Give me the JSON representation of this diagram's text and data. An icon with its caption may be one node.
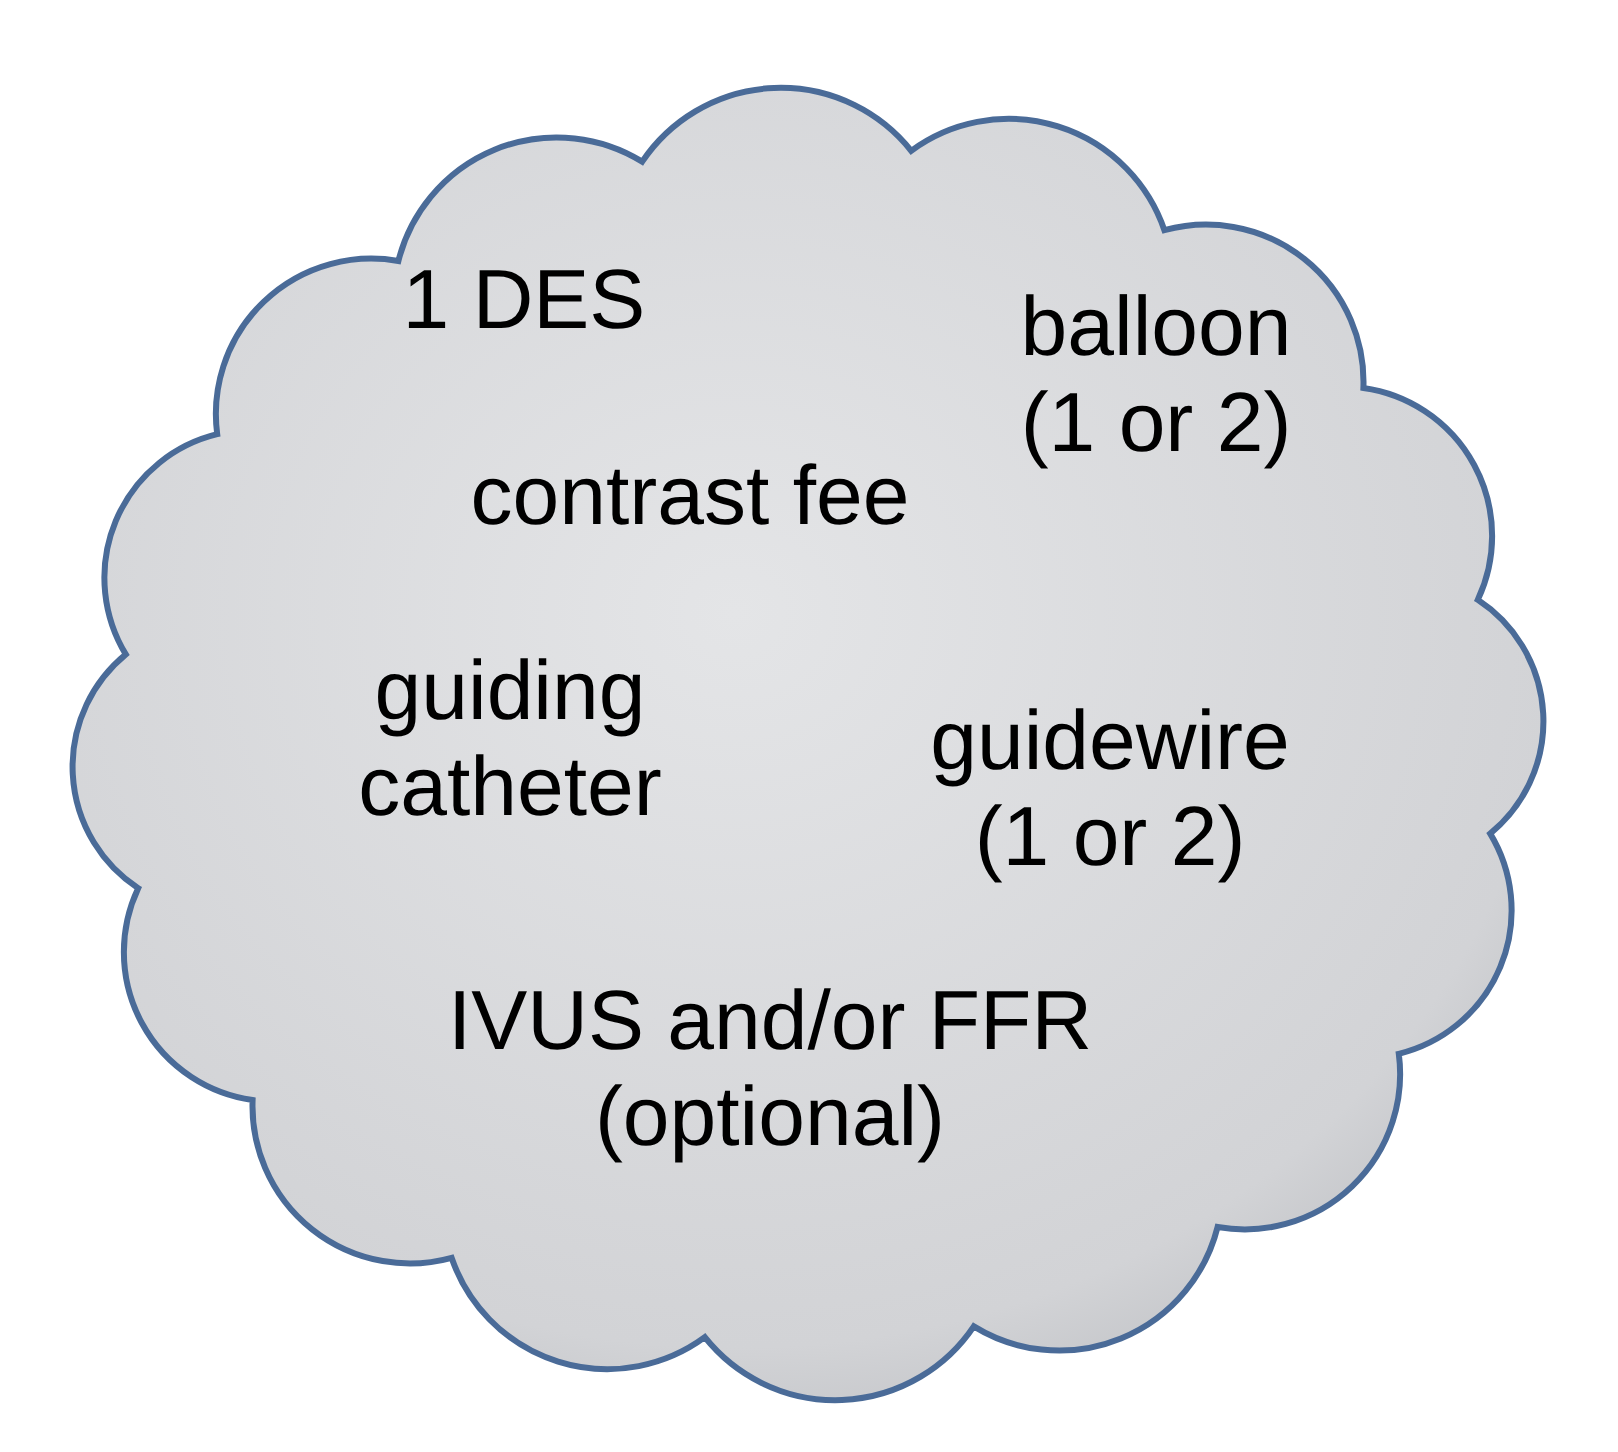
{
  "diagram": {
    "nodes": [
      {
        "text": [
          "1 DES",
          "balloon (1 or 2)",
          "contrast fee",
          "guiding catheter",
          "guidewire (1 or 2)",
          "IVUS and/or FFR (optional)"
        ]
      }
    ],
    "edges": []
  }
}
